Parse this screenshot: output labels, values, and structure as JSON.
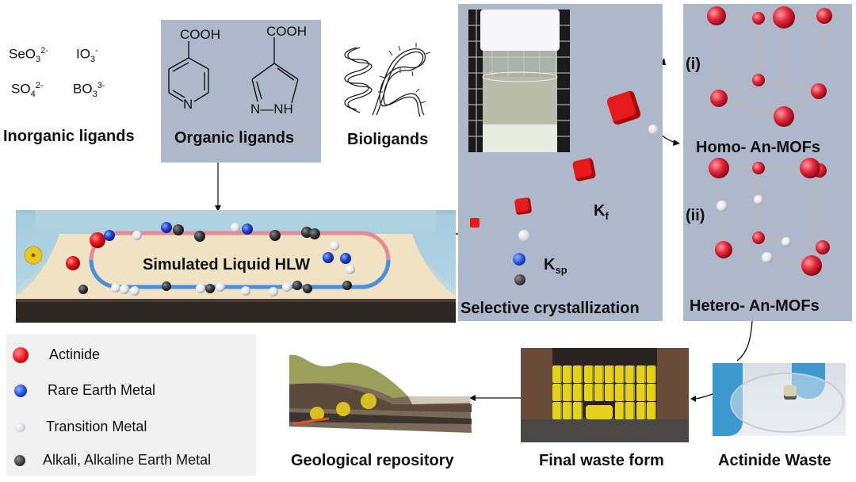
{
  "inorganic": {
    "ions": [
      {
        "base": "SeO",
        "sub": "3",
        "sup": "2-"
      },
      {
        "base": "IO",
        "sub": "3",
        "sup": "-"
      },
      {
        "base": "SO",
        "sub": "4",
        "sup": "2-"
      },
      {
        "base": "BO",
        "sub": "3",
        "sup": "3-"
      }
    ],
    "label": "Inorganic ligands"
  },
  "organic": {
    "label": "Organic ligands",
    "mol1": {
      "group": "COOH",
      "atom": "N"
    },
    "mol2": {
      "group": "COOH",
      "atom_left": "N",
      "atom_right": "NH",
      "bond": "—"
    }
  },
  "bio": {
    "label": "Bioligands"
  },
  "hlw": {
    "label": "Simulated Liquid HLW"
  },
  "crystallization": {
    "label": "Selective crystallization",
    "kf": {
      "base": "K",
      "sub": "f"
    },
    "ksp": {
      "base": "K",
      "sub": "sp"
    }
  },
  "mofs": {
    "homo": {
      "tag": "(i)",
      "label": "Homo- An-MOFs"
    },
    "hetero": {
      "tag": "(ii)",
      "label": "Hetero- An-MOFs"
    }
  },
  "bottom": {
    "actinide_waste": "Actinide Waste",
    "final_waste": "Final waste form",
    "repository": "Geological repository"
  },
  "legend": {
    "items": [
      {
        "label": "Actinide",
        "color": "#e8121a"
      },
      {
        "label": "Rare Earth Metal",
        "color": "#1f47d8"
      },
      {
        "label": "Transition Metal",
        "color": "#e4e6ea"
      },
      {
        "label": "Alkali, Alkaline Earth Metal",
        "color": "#3a3c40"
      }
    ]
  },
  "colors": {
    "panel": "#adb9cb",
    "actinide": "#e8121a",
    "rare_earth": "#1f47d8",
    "transition": "#e4e6ea",
    "alkali": "#3a3c40",
    "barrel": "#e4d21a"
  }
}
